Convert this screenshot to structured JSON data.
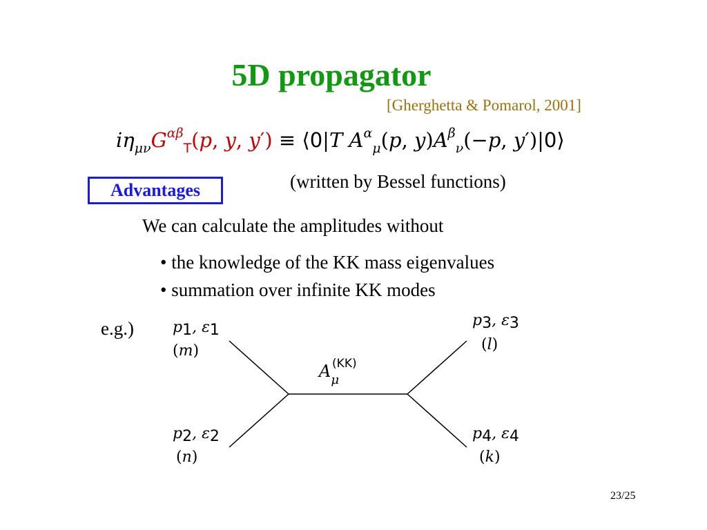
{
  "slide": {
    "title": "5D propagator",
    "citation": "[Gherghetta & Pomarol, 2001]",
    "advantages_label": "Advantages",
    "bessel_note": "(written by Bessel functions)",
    "intro": "We can calculate the amplitudes without",
    "bullets": [
      "• the knowledge of the KK mass eigenvalues",
      "• summation over infinite KK modes"
    ],
    "example_label": "e.g.)",
    "page_number": "23/25"
  },
  "diagram": {
    "external_legs": [
      {
        "momentum": "p",
        "mom_index": "1",
        "pol": "ε",
        "pol_index": "1",
        "mode": "m"
      },
      {
        "momentum": "p",
        "mom_index": "2",
        "pol": "ε",
        "pol_index": "2",
        "mode": "n"
      },
      {
        "momentum": "p",
        "mom_index": "3",
        "pol": "ε",
        "pol_index": "3",
        "mode": "l"
      },
      {
        "momentum": "p",
        "mom_index": "4",
        "pol": "ε",
        "pol_index": "4",
        "mode": "k"
      }
    ],
    "propagator": {
      "field": "A",
      "lower": "μ",
      "upper": "(KK)"
    }
  },
  "colors": {
    "title": "#129912",
    "citation": "#a0700a",
    "propagator_highlight": "#cc0000",
    "advantages_box": "#1a1ae6"
  }
}
